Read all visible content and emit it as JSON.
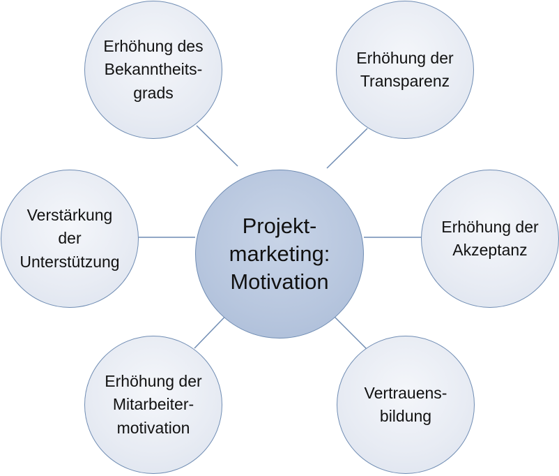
{
  "diagram": {
    "center": {
      "lines": [
        "Projekt-",
        "marketing:",
        "Motivation"
      ]
    },
    "nodes": [
      {
        "id": "bekanntheitsgrad",
        "lines": [
          "Erhöhung des",
          "Bekanntheits-",
          "grads"
        ]
      },
      {
        "id": "transparenz",
        "lines": [
          "Erhöhung der",
          "Transparenz"
        ]
      },
      {
        "id": "akzeptanz",
        "lines": [
          "Erhöhung der",
          "Akzeptanz"
        ]
      },
      {
        "id": "vertrauensbildung",
        "lines": [
          "Vertrauens-",
          "bildung"
        ]
      },
      {
        "id": "mitarbeitermotivation",
        "lines": [
          "Erhöhung der",
          "Mitarbeiter-",
          "motivation"
        ]
      },
      {
        "id": "unterstuetzung",
        "lines": [
          "Verstärkung",
          "der",
          "Unterstützung"
        ]
      }
    ],
    "colors": {
      "center_fill": "#b7c6de",
      "node_fill": "#e7ebf3",
      "stroke": "#6f8cb3"
    }
  }
}
